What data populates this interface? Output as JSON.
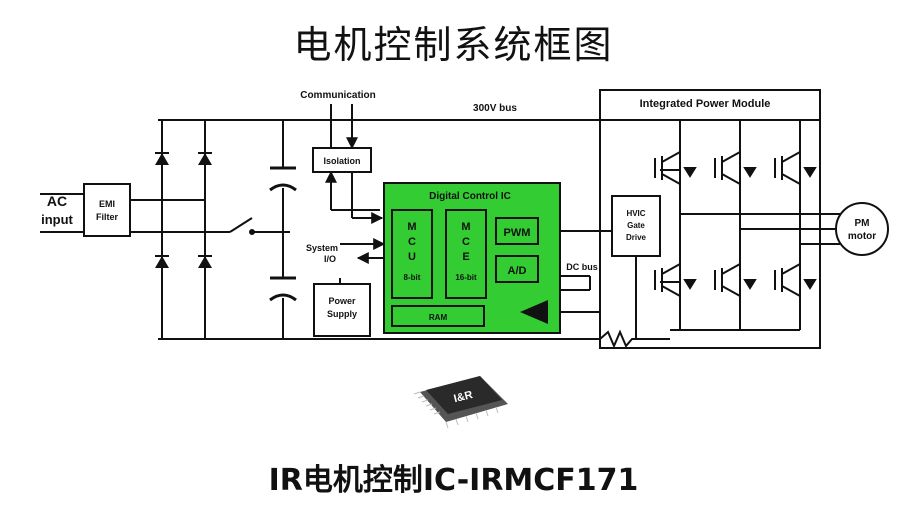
{
  "title": "电机控制系统框图",
  "subtitle": "IR电机控制IC-IRMCF171",
  "colors": {
    "green": "#33cc33",
    "line": "#111111"
  },
  "labels": {
    "ac_input_1": "AC",
    "ac_input_2": "input",
    "emi_1": "EMI",
    "emi_2": "Filter",
    "communication": "Communication",
    "bus": "300V bus",
    "isolation": "Isolation",
    "dcic": "Digital Control IC",
    "mcu": [
      "M",
      "C",
      "U"
    ],
    "mcu_bits": "8-bit",
    "mce": [
      "M",
      "C",
      "E"
    ],
    "mce_bits": "16-bit",
    "pwm": "PWM",
    "ad": "A/D",
    "ram": "RAM",
    "dc_bus": "DC bus",
    "system_io_1": "System",
    "system_io_2": "I/O",
    "power_supply_1": "Power",
    "power_supply_2": "Supply",
    "ipm": "Integrated Power Module",
    "hvic_1": "HVIC",
    "hvic_2": "Gate",
    "hvic_3": "Drive",
    "pm_1": "PM",
    "pm_2": "motor",
    "chip_logo": "I&R"
  }
}
